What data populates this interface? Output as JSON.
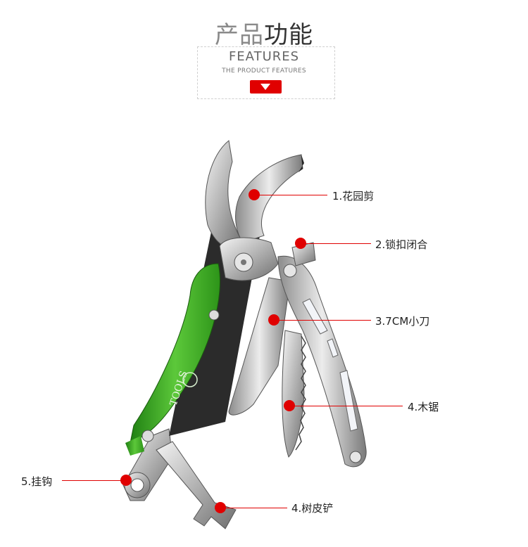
{
  "header": {
    "title_cn_light": "产品",
    "title_cn_dark": "功能",
    "title_en": "FEATURES",
    "subtitle": "THE PRODUCT FEATURES",
    "accent_color": "#e00000"
  },
  "product": {
    "brand_text": "TOOLS",
    "handle_color": "#3aa620"
  },
  "features": [
    {
      "label": "1.花园剪"
    },
    {
      "label": "2.锁扣闭合"
    },
    {
      "label": "3.7CM小刀"
    },
    {
      "label": "4.木锯"
    },
    {
      "label": "5.挂钩"
    },
    {
      "label": "4.树皮铲"
    }
  ]
}
